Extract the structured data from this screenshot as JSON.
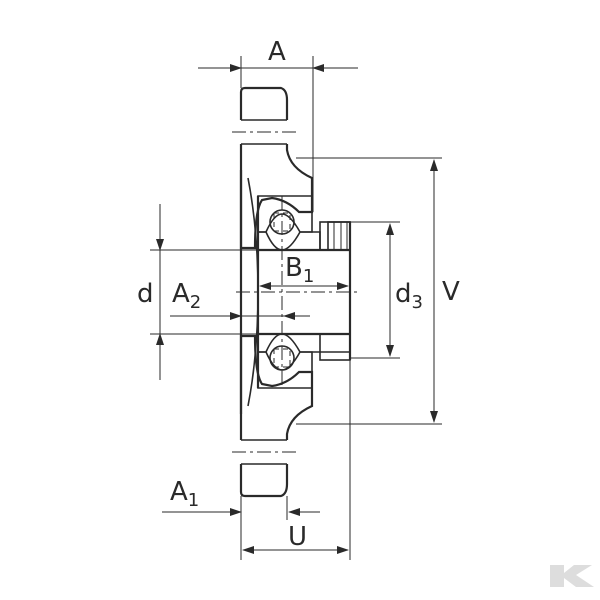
{
  "labels": {
    "A": "A",
    "A1": {
      "base": "A",
      "sub": "1"
    },
    "A2": {
      "base": "A",
      "sub": "2"
    },
    "B1": {
      "base": "B",
      "sub": "1"
    },
    "d": "d",
    "d3": {
      "base": "d",
      "sub": "3"
    },
    "V": "V",
    "U": "U"
  },
  "colors": {
    "ink": "#2a2a2a",
    "hatch": "#444444",
    "logo": "#dddddd"
  },
  "icons": {
    "watermark": "kramp-logo-icon"
  }
}
